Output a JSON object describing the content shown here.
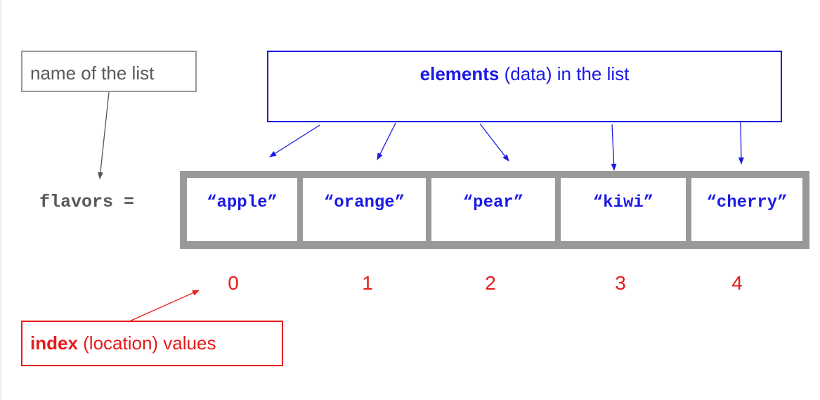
{
  "name_label": "name of the list",
  "elements_label": {
    "bold": "elements",
    "rest": " (data) in the list"
  },
  "index_label": {
    "bold": "index",
    "rest": " (location) values"
  },
  "list_name": "flavors =",
  "items": [
    "“apple”",
    "“orange”",
    "“pear”",
    "“kiwi”",
    "“cherry”"
  ],
  "indices": [
    "0",
    "1",
    "2",
    "3",
    "4"
  ],
  "colors": {
    "blue": "#1a1ae6",
    "red": "#e81a1a",
    "gray_text": "#595959",
    "gray_box": "#999999",
    "arrow_gray": "#555555"
  }
}
